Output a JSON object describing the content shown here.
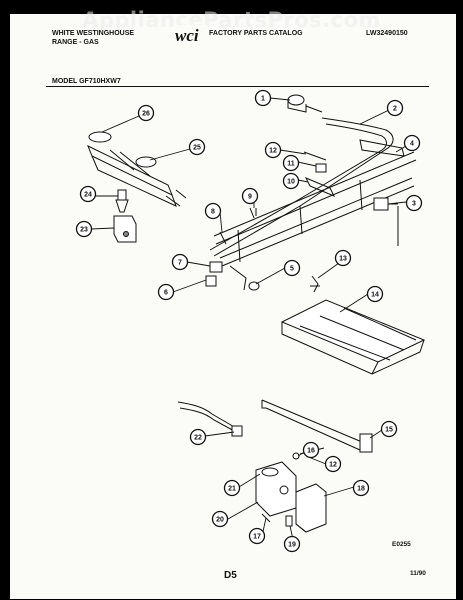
{
  "watermark": "AppliancePartsPros.com",
  "header": {
    "brand_line1": "WHITE WESTINGHOUSE",
    "brand_line2": "RANGE - GAS",
    "logo_text": "wci",
    "catalog_title": "FACTORY PARTS CATALOG",
    "catalog_number": "LW32490150"
  },
  "model_label": "MODEL GF710HXW7",
  "callouts": [
    "1",
    "2",
    "3",
    "4",
    "5",
    "6",
    "7",
    "8",
    "9",
    "10",
    "11",
    "12",
    "12",
    "13",
    "14",
    "15",
    "16",
    "17",
    "18",
    "19",
    "20",
    "21",
    "22",
    "23",
    "24",
    "25",
    "26"
  ],
  "figure_code": "E0255",
  "page_code": "D5",
  "date_code": "11/90"
}
